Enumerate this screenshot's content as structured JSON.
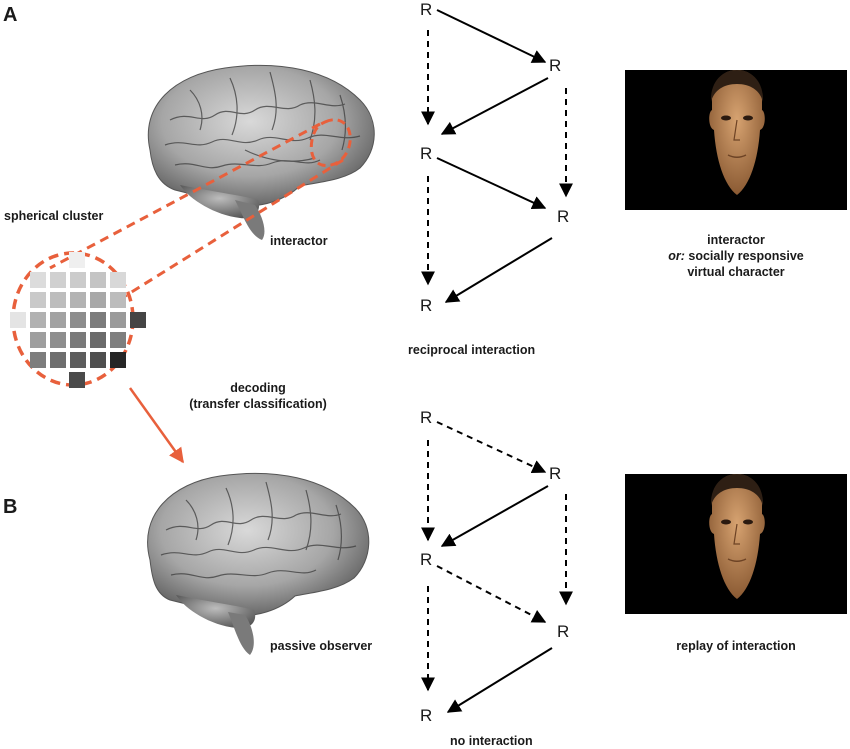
{
  "panels": {
    "a": {
      "letter": "A",
      "labels": {
        "cluster": "spherical cluster",
        "brain": "interactor",
        "sequence": "reciprocal interaction",
        "face_line1": "interactor",
        "face_line2_em": "or:",
        "face_line2_rest": " socially responsive",
        "face_line3": "virtual character"
      }
    },
    "b": {
      "letter": "B",
      "labels": {
        "brain": "passive observer",
        "sequence_bottom": "no interaction",
        "face": "replay of interaction"
      }
    }
  },
  "decoding": {
    "line1": "decoding",
    "line2": "(transfer classification)"
  },
  "node_label": "R",
  "colors": {
    "accent": "#e8603c",
    "arrow": "#000000",
    "face_bg": "#000000"
  }
}
